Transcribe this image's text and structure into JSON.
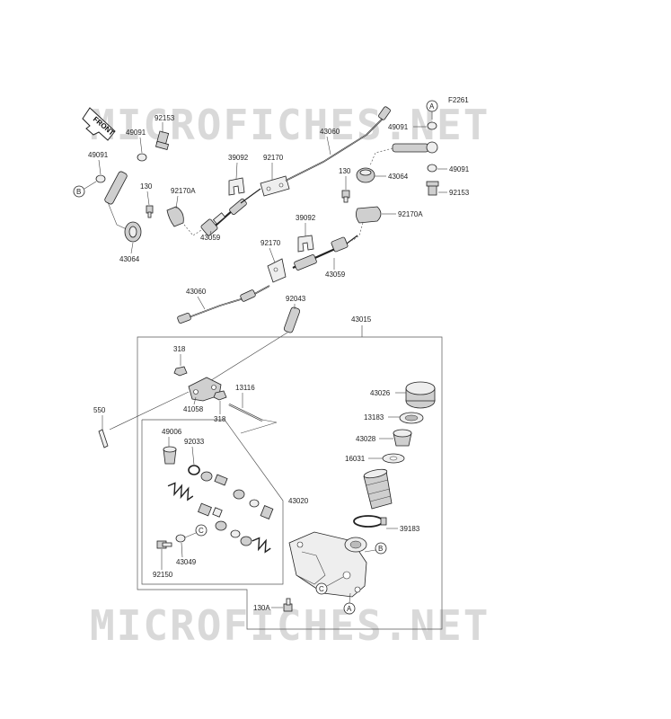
{
  "diagram": {
    "ref_code": "F2261",
    "watermark_top": "MICROFICHES.NET",
    "watermark_bottom": "MICROFICHES.NET",
    "front_badge": "FRONT",
    "callouts": [
      "A",
      "B",
      "C"
    ],
    "part_numbers": {
      "p92153_left": "92153",
      "p49091_left_a": "49091",
      "p49091_left_b": "49091",
      "p43064_left": "43064",
      "p130_left": "130",
      "p92170A_left": "92170A",
      "p39092_top": "39092",
      "p92170_top": "92170",
      "p43059_top": "43059",
      "p43060_top": "43060",
      "p49091_right_a": "49091",
      "p49091_right_b": "49091",
      "p92153_right": "92153",
      "p43064_right": "43064",
      "p130_right": "130",
      "p92170A_right": "92170A",
      "p39092_mid": "39092",
      "p92170_mid": "92170",
      "p43059_mid": "43059",
      "p43060_mid": "43060",
      "p92043": "92043",
      "p43015": "43015",
      "p318_a": "318",
      "p318_b": "318",
      "p13116": "13116",
      "p41058": "41058",
      "p550": "550",
      "p43026": "43026",
      "p13183": "13183",
      "p43028": "43028",
      "p16031": "16031",
      "p49006": "49006",
      "p92033": "92033",
      "p43020": "43020",
      "p39183": "39183",
      "p43049": "43049",
      "p92150": "92150",
      "p130A": "130A"
    }
  }
}
